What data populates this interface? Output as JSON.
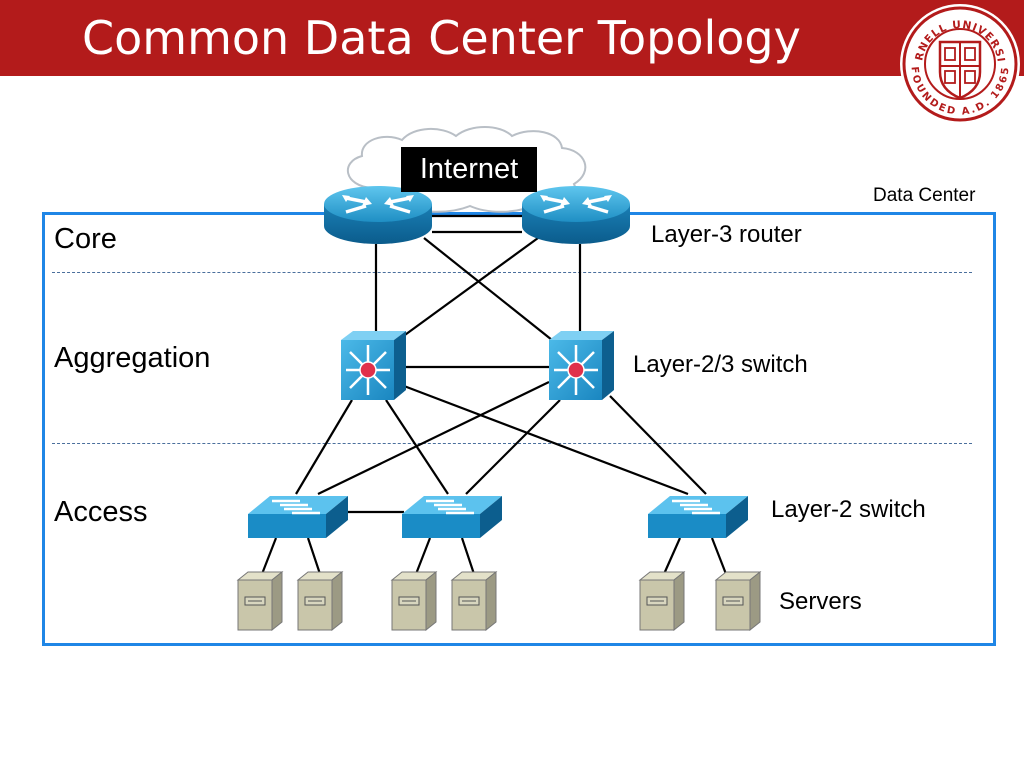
{
  "header": {
    "title": "Common Data Center Topology",
    "accent_color": "#b31b1b",
    "logo": {
      "text_top": "CORNELL UNIVERSITY",
      "text_bottom": "FOUNDED A.D. 1865",
      "icon": "cornell-seal-icon"
    }
  },
  "diagram": {
    "internet_label": "Internet",
    "data_center_label": "Data Center",
    "data_center_color": "#1f86e6",
    "tiers": [
      "Core",
      "Aggregation",
      "Access"
    ],
    "legend": {
      "router": "Layer-3 router",
      "l23_switch": "Layer-2/3 switch",
      "l2_switch": "Layer-2 switch",
      "servers": "Servers"
    },
    "nodes": {
      "routers": [
        "router-1",
        "router-2"
      ],
      "aggregation_switches": [
        "agg-switch-1",
        "agg-switch-2"
      ],
      "access_switches": [
        "access-switch-1",
        "access-switch-2",
        "access-switch-3"
      ],
      "servers": [
        "server-1",
        "server-2",
        "server-3",
        "server-4",
        "server-5",
        "server-6"
      ]
    }
  }
}
